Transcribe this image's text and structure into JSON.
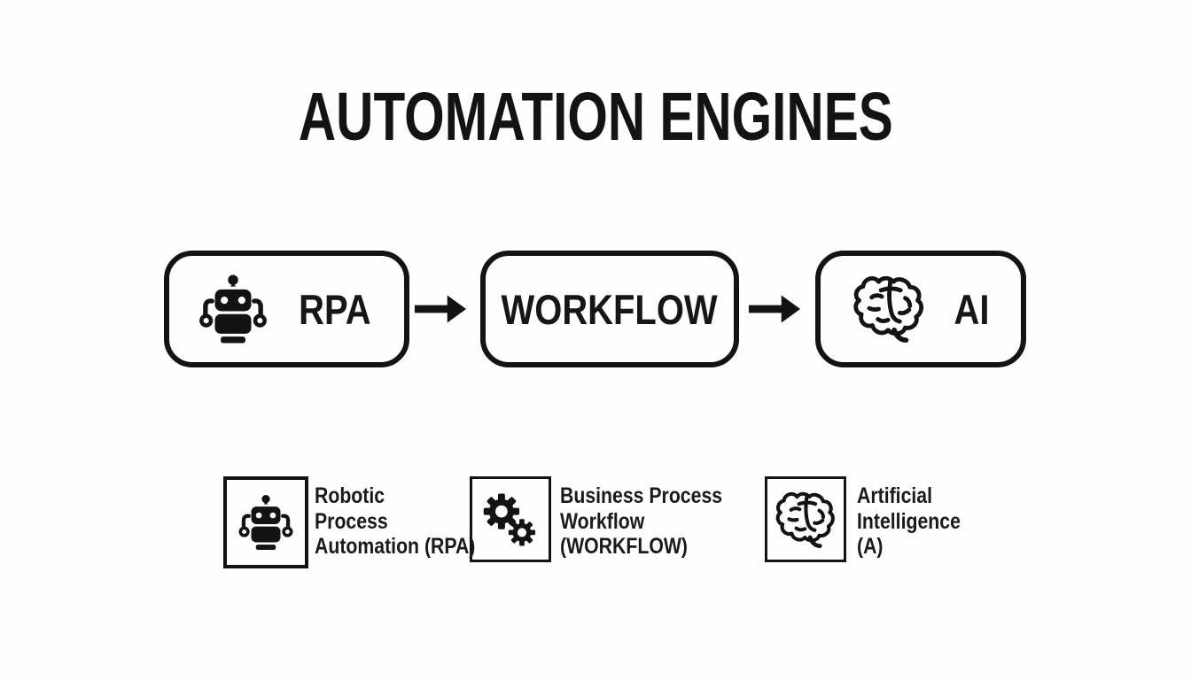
{
  "title": "AUTOMATION ENGINES",
  "colors": {
    "background": "#fdfefe",
    "ink": "#131313"
  },
  "flow": {
    "nodes": [
      {
        "id": "rpa",
        "label": "RPA",
        "icon": "robot-icon"
      },
      {
        "id": "workflow",
        "label": "WORKFLOW",
        "icon": null
      },
      {
        "id": "ai",
        "label": "AI",
        "icon": "brain-icon"
      }
    ],
    "connectors": [
      "arrow-right-icon",
      "arrow-right-icon"
    ]
  },
  "legend": {
    "items": [
      {
        "icon": "robot-icon",
        "lines": [
          "Robotic",
          "Process",
          "Automation (RPA)"
        ]
      },
      {
        "icon": "gears-icon",
        "lines": [
          "Business Process",
          "Workflow",
          "(WORKFLOW)"
        ]
      },
      {
        "icon": "brain-icon",
        "lines": [
          "Artificial",
          "Intelligence",
          "(A)"
        ]
      }
    ]
  }
}
